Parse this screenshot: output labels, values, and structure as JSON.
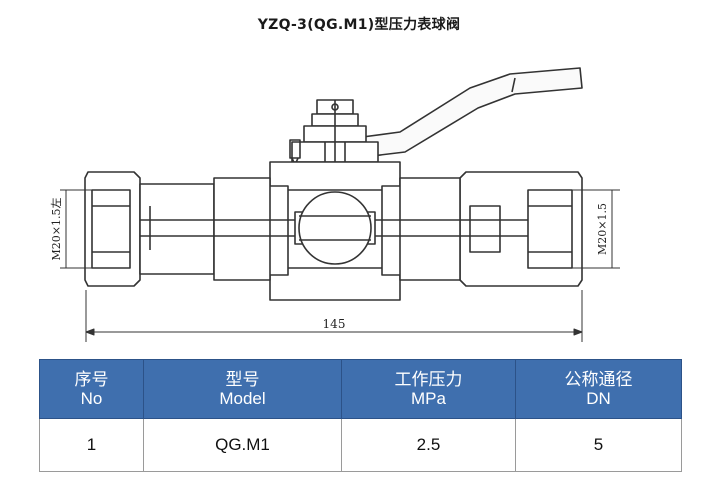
{
  "title": "YZQ-3(QG.M1)型压力表球阀",
  "drawing": {
    "dim_left": "M20×1.5左",
    "dim_right": "M20×1.5",
    "dim_length": "145"
  },
  "table": {
    "headers": [
      {
        "cn": "序号",
        "en": "No"
      },
      {
        "cn": "型号",
        "en": "Model"
      },
      {
        "cn": "工作压力",
        "en": "MPa"
      },
      {
        "cn": "公称通径",
        "en": "DN"
      }
    ],
    "rows": [
      [
        "1",
        "QG.M1",
        "2.5",
        "5"
      ]
    ]
  },
  "colors": {
    "header_bg": "#3f6fae",
    "header_text": "#ffffff"
  }
}
